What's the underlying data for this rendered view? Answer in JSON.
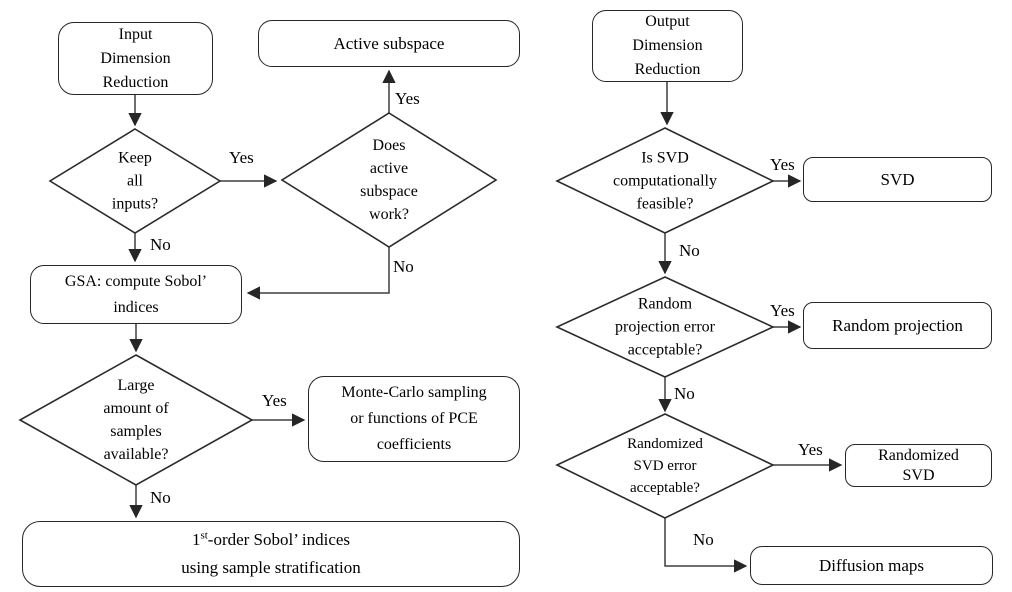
{
  "left": {
    "nodes": {
      "start": "Input\nDimension\nReduction",
      "keep_diamond": "Keep\nall\ninputs?",
      "active_diamond": "Does\nactive\nsubspace\nwork?",
      "active_box": "Active subspace",
      "gsa_box": "GSA: compute Sobol’\nindices",
      "samples_diamond": "Large\namount of\nsamples\navailable?",
      "mc_box": "Monte-Carlo sampling\nor functions of PCE\ncoefficients",
      "final_line1_pre": "1",
      "final_line1_sup": "st",
      "final_line1_post": "-order Sobol’ indices",
      "final_line2": "using sample stratification"
    },
    "edge_labels": {
      "keep_yes": "Yes",
      "keep_no": "No",
      "active_yes": "Yes",
      "active_no": "No",
      "samples_yes": "Yes",
      "samples_no": "No"
    }
  },
  "right": {
    "nodes": {
      "start": "Output\nDimension\nReduction",
      "svd_diamond": "Is SVD\ncomputationally\nfeasible?",
      "svd_box": "SVD",
      "rp_diamond": "Random\nprojection error\nacceptable?",
      "rp_box": "Random projection",
      "rsvd_diamond": "Randomized\nSVD error\nacceptable?",
      "rsvd_box": "Randomized\nSVD",
      "dm_box": "Diffusion maps"
    },
    "edge_labels": {
      "svd_yes": "Yes",
      "svd_no": "No",
      "rp_yes": "Yes",
      "rp_no": "No",
      "rsvd_yes": "Yes",
      "rsvd_no": "No"
    }
  },
  "colors": {
    "stroke": "#2b2b2b",
    "connector": "#3f3f3f",
    "background": "#ffffff",
    "text": "#000000"
  }
}
